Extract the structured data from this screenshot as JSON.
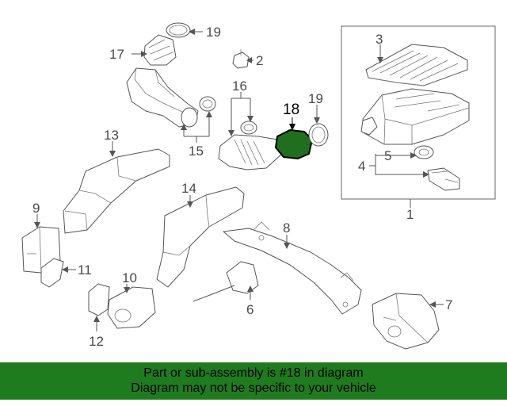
{
  "callouts": [
    {
      "id": "c1",
      "label": "1"
    },
    {
      "id": "c2",
      "label": "2"
    },
    {
      "id": "c3",
      "label": "3"
    },
    {
      "id": "c4",
      "label": "4"
    },
    {
      "id": "c5",
      "label": "5"
    },
    {
      "id": "c6",
      "label": "6"
    },
    {
      "id": "c7",
      "label": "7"
    },
    {
      "id": "c8",
      "label": "8"
    },
    {
      "id": "c9",
      "label": "9"
    },
    {
      "id": "c10",
      "label": "10"
    },
    {
      "id": "c11",
      "label": "11"
    },
    {
      "id": "c12",
      "label": "12"
    },
    {
      "id": "c13",
      "label": "13"
    },
    {
      "id": "c14",
      "label": "14"
    },
    {
      "id": "c15",
      "label": "15"
    },
    {
      "id": "c16",
      "label": "16"
    },
    {
      "id": "c17",
      "label": "17"
    },
    {
      "id": "c18",
      "label": "18",
      "highlighted": true
    },
    {
      "id": "c19a",
      "label": "19"
    },
    {
      "id": "c19b",
      "label": "19"
    }
  ],
  "highlight_color": "#1f6f1f",
  "banner": {
    "line1": "Part or sub-assembly is #18 in diagram",
    "line2": "Diagram may not be specific to your vehicle",
    "background": "#1e7b1e"
  }
}
